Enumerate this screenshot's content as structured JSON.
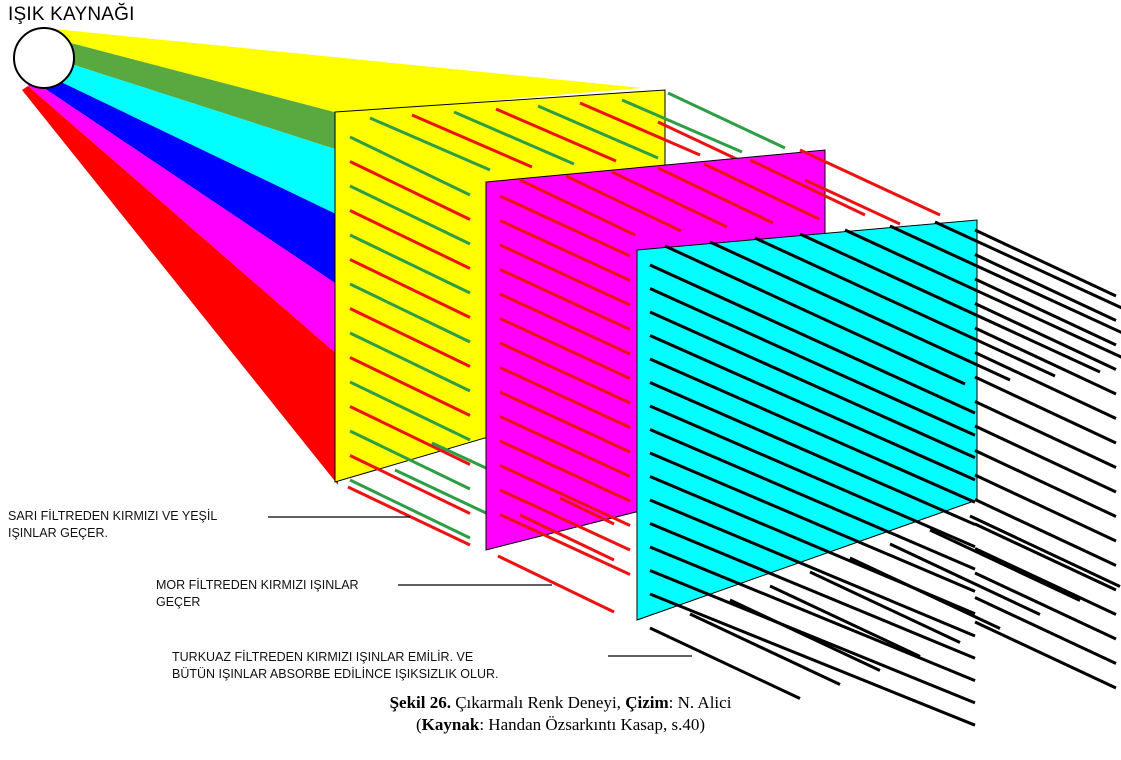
{
  "title": "IŞIK KAYNAĞI",
  "colors": {
    "beam_yellow": "#ffff00",
    "beam_green": "#5aa840",
    "beam_cyan": "#00ffff",
    "beam_blue": "#0000ff",
    "beam_magenta": "#ff00ff",
    "beam_red": "#ff0000",
    "filter_yellow": "#ffff00",
    "filter_magenta": "#ff00ff",
    "filter_cyan": "#00ffff",
    "ray_red": "#ee1111",
    "ray_green": "#2e9e44",
    "ray_black": "#000000"
  },
  "filters": [
    {
      "name": "yellow-filter",
      "color": "filter_yellow",
      "passes": [
        "red",
        "green"
      ]
    },
    {
      "name": "magenta-filter",
      "color": "filter_magenta",
      "passes": [
        "red"
      ]
    },
    {
      "name": "cyan-filter",
      "color": "filter_cyan",
      "passes": []
    }
  ],
  "labels": {
    "yellow": [
      "SARI FİLTREDEN KIRMIZI VE YEŞİL",
      "IŞINLAR GEÇER."
    ],
    "magenta": [
      "MOR FİLTREDEN KIRMIZI IŞINLAR",
      "GEÇER"
    ],
    "cyan": [
      "TURKUAZ FİLTREDEN KIRMIZI IŞINLAR EMİLİR. VE",
      "BÜTÜN IŞINLAR ABSORBE EDİLİNCE IŞIKSIZLIK OLUR."
    ]
  },
  "caption": {
    "line1_bold": "Şekil 26.",
    "line1_text": " Çıkarmalı Renk Deneyi, ",
    "line1_bold2": "Çizim",
    "line1_text2": ": N. Alici",
    "line2_open": "(",
    "line2_bold": "Kaynak",
    "line2_text": ": Handan Özsarkıntı Kasap, s.40)"
  }
}
